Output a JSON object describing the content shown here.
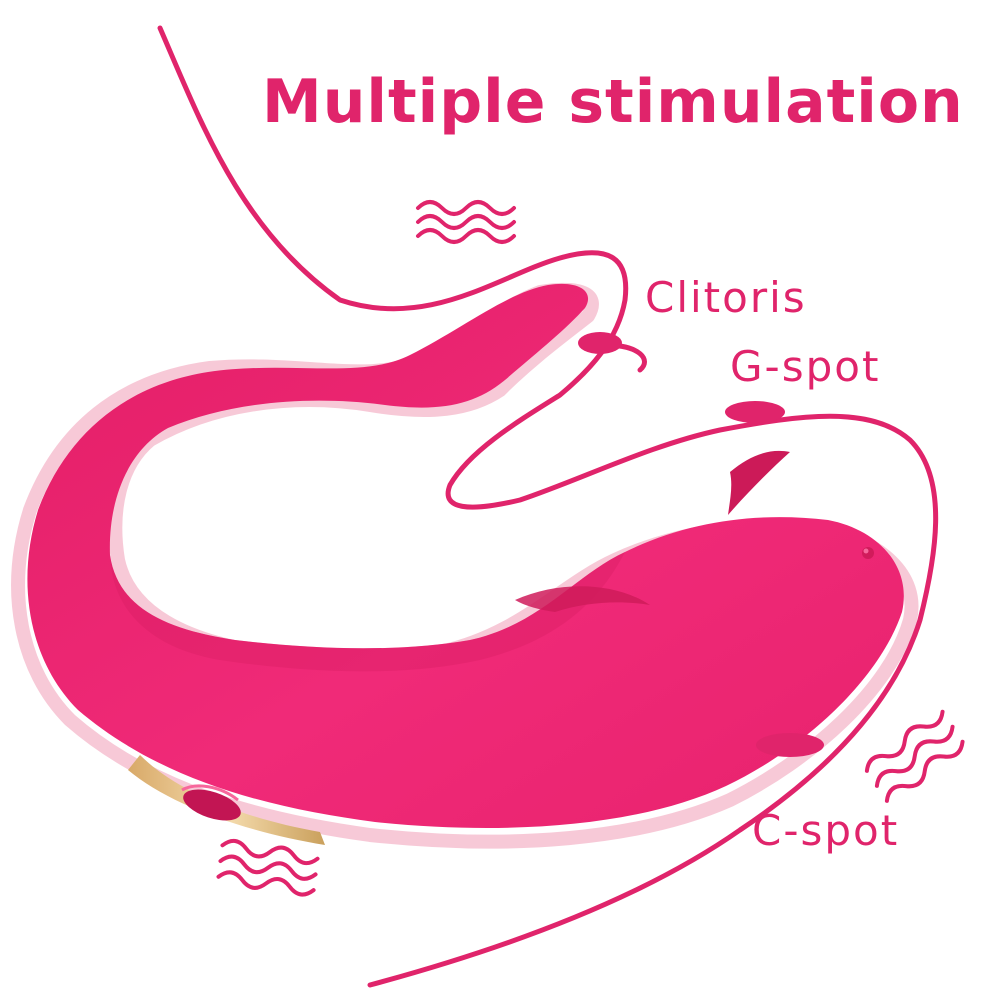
{
  "title": "Multiple stimulation",
  "labels": {
    "clitoris": "Clitoris",
    "g_spot": "G-spot",
    "c_spot": "C-spot"
  },
  "colors": {
    "accent": "#e0246b",
    "body": "#f02a76",
    "body_shadow": "#c8164f",
    "outline_glow": "#f4b6c8",
    "gold": "#e2c189"
  },
  "icons": [
    "vibration-waves-icon",
    "clitoris-marker-icon",
    "g-spot-marker-icon",
    "c-spot-marker-icon"
  ]
}
